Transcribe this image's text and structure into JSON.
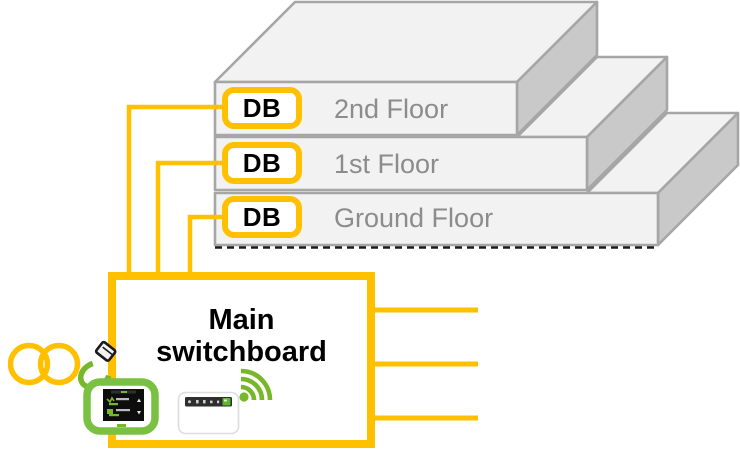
{
  "colors": {
    "accent-orange": "#FFC000",
    "accent-green": "#76B82A",
    "device-green": "#7AC143",
    "slab-fill": "#F2F2F2",
    "slab-side": "#C9C9C9",
    "slab-border": "#A6A6A6",
    "label-gray": "#8C8C8C",
    "text-black": "#000000"
  },
  "building": {
    "floors": [
      {
        "badge": "DB",
        "label": "2nd Floor"
      },
      {
        "badge": "DB",
        "label": "1st Floor"
      },
      {
        "badge": "DB",
        "label": "Ground Floor"
      }
    ]
  },
  "switchboard": {
    "label": "Main switchboard"
  },
  "icons": {
    "rings": "ct-clamp-rings-icon",
    "clamp": "clamp-sensor-icon",
    "monitor": "energy-monitor-icon",
    "meter": "smart-meter-icon",
    "wireless": "wireless-signal-icon"
  }
}
